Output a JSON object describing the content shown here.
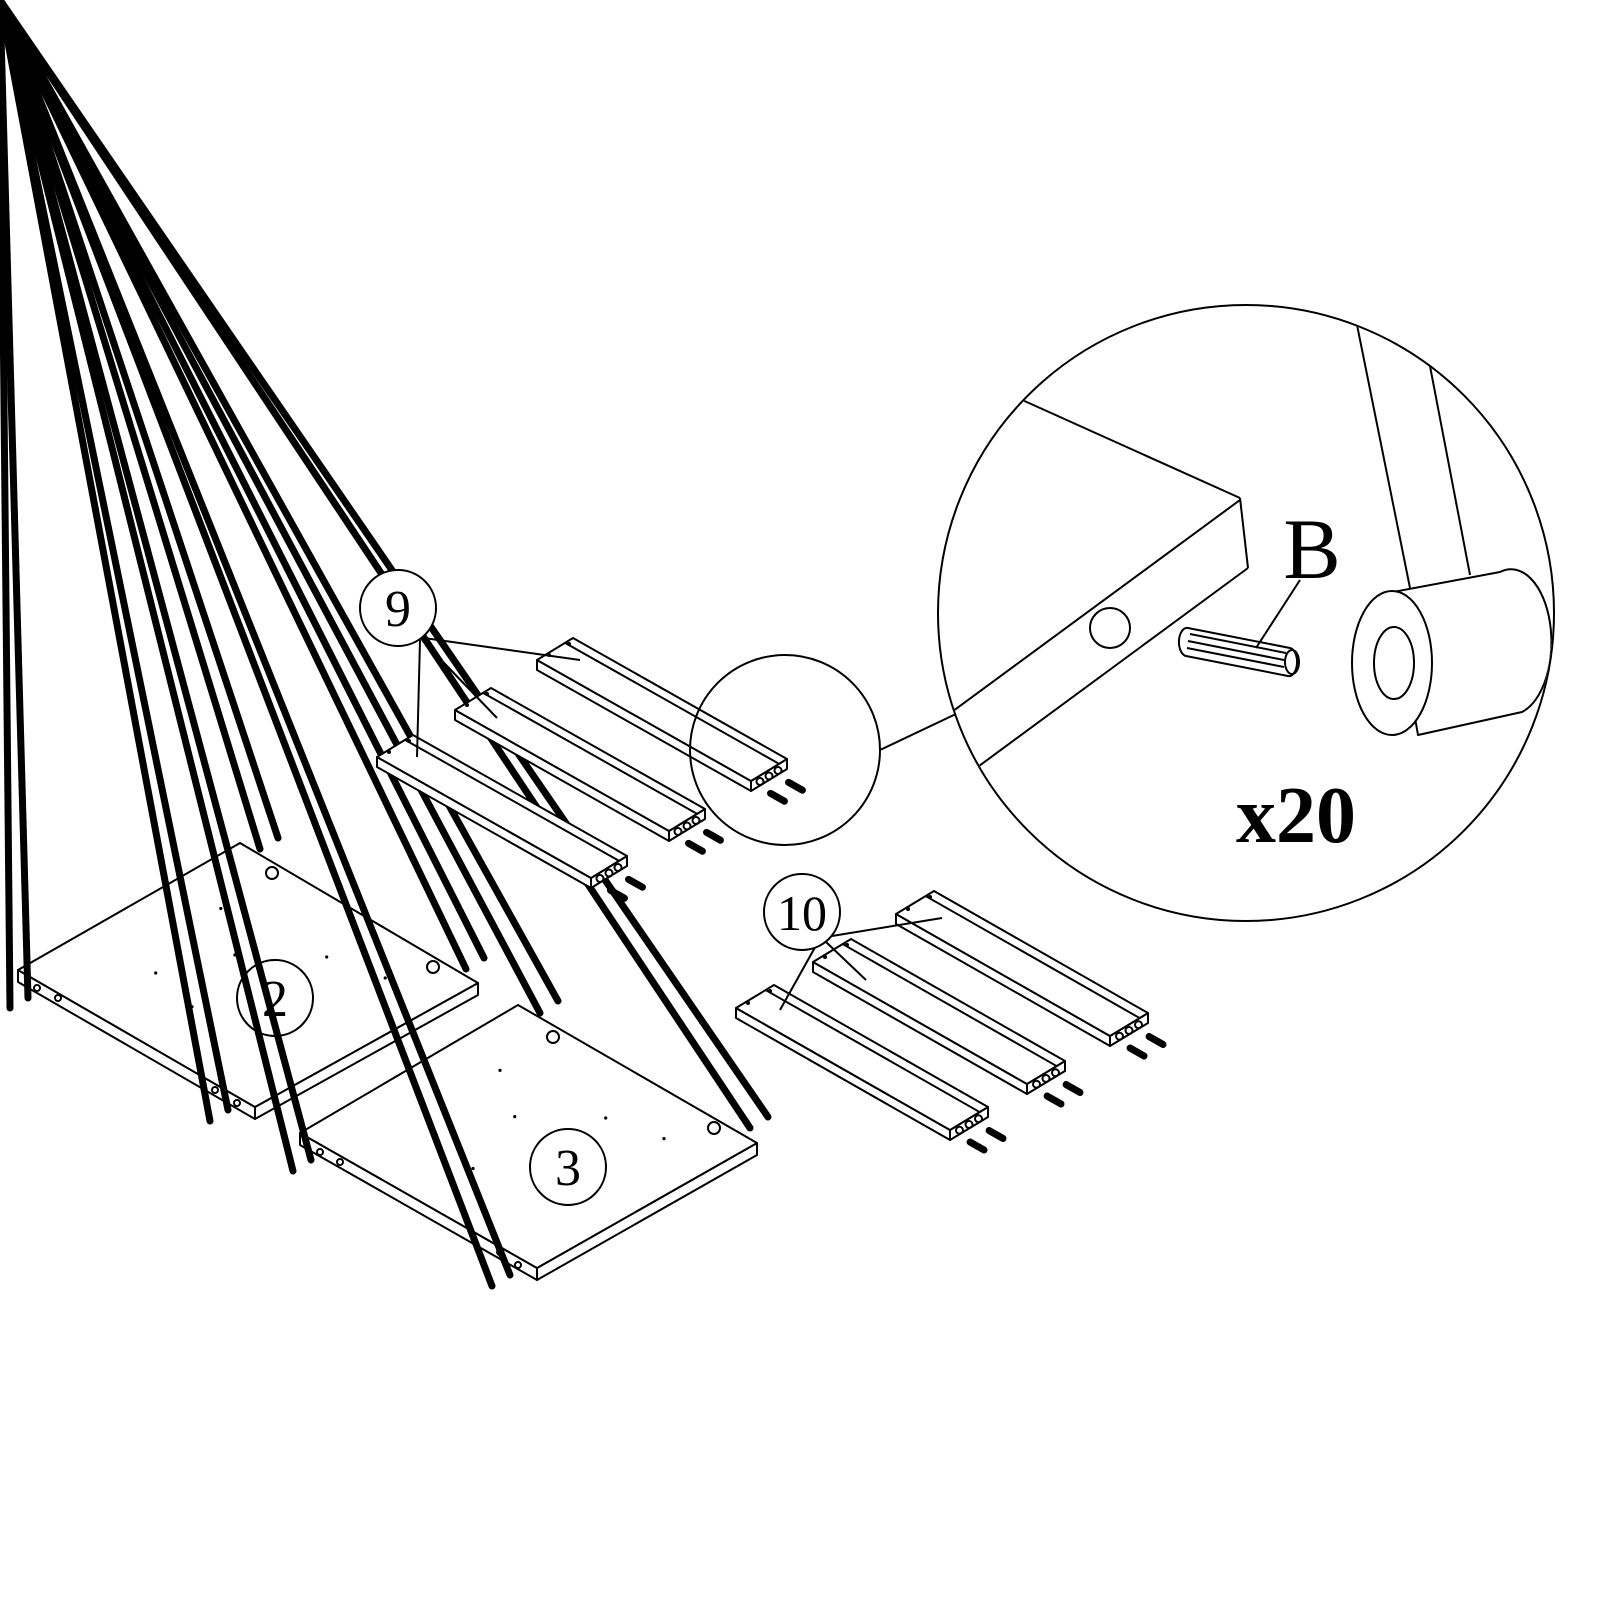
{
  "parts": {
    "panel_2": {
      "label": "2"
    },
    "panel_3": {
      "label": "3"
    },
    "plank_group_9": {
      "label": "9",
      "count_shown": 3
    },
    "plank_group_10": {
      "label": "10",
      "count_shown": 3
    }
  },
  "detail": {
    "part_label": "B",
    "quantity": "x20",
    "part_icon": "wooden-dowel-icon"
  },
  "colors": {
    "line": "#000000",
    "background": "#ffffff"
  }
}
